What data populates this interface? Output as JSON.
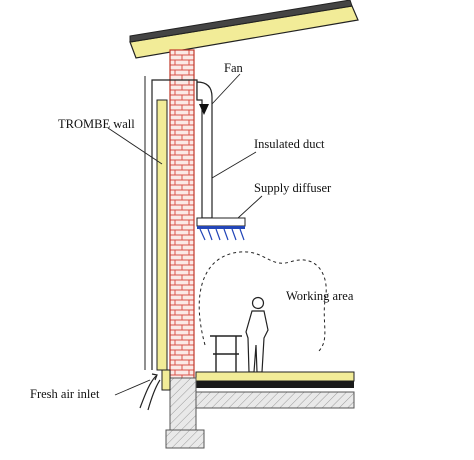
{
  "labels": {
    "fan": "Fan",
    "insulated_duct": "Insulated duct",
    "trombe_wall": "TROMBE wall",
    "supply_diffuser": "Supply diffuser",
    "working_area": "Working area",
    "fresh_air_inlet": "Fresh air inlet"
  },
  "colors": {
    "brick": "#d9534a",
    "insulation": "#f2ec98",
    "slab": "#1a1a1a",
    "ground": "#c9c9c9",
    "duct": "#ffffff",
    "diffuser_blue": "#2346b8",
    "wall_glazing": "#f2ec98"
  }
}
